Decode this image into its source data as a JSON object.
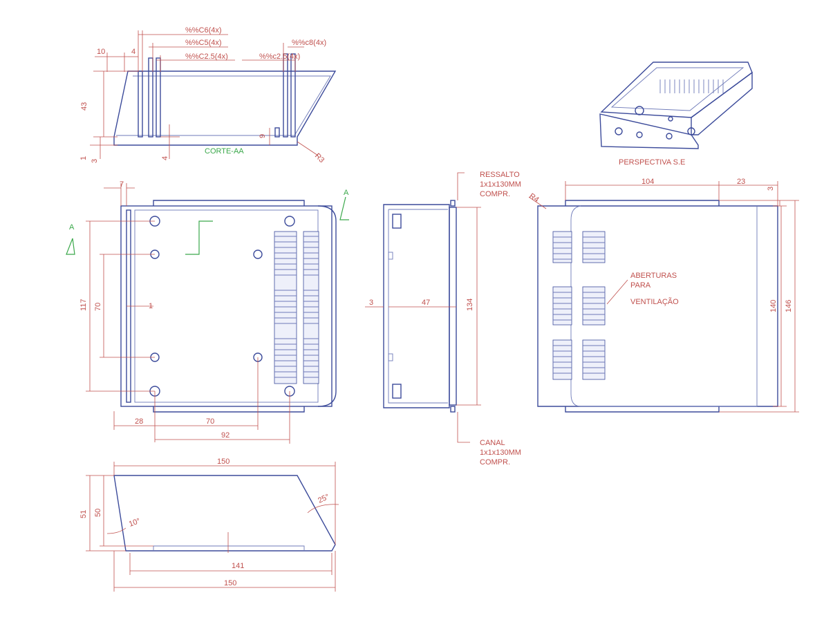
{
  "labels": {
    "corte_aa": "CORTE-AA",
    "perspectiva": "PERSPECTIVA S.E",
    "ressalto_1": "RESSALTO",
    "ressalto_2": "1x1x130MM",
    "ressalto_3": "COMPR.",
    "canal_1": "CANAL",
    "canal_2": "1x1x130MM",
    "canal_3": "COMPR.",
    "aberturas_1": "ABERTURAS",
    "aberturas_2": "PARA",
    "aberturas_3": "VENTILAÇÃO",
    "section_a_left": "A",
    "section_a_right": "A"
  },
  "section_view": {
    "hole_c6": "%%C6(4x)",
    "hole_c5": "%%C5(4x)",
    "hole_c25_left": "%%C2.5(4x)",
    "hole_c8": "%%c8(4x)",
    "hole_c25_right": "%%c2.5(4x)",
    "dim_10": "10",
    "dim_4_top": "4",
    "dim_43": "43",
    "dim_1": "1",
    "dim_3": "3",
    "dim_4_bottom": "4",
    "dim_9": "9",
    "dim_r3": "R3"
  },
  "top_view": {
    "dim_7": "7",
    "dim_117": "117",
    "dim_70_v": "70",
    "dim_1": "1",
    "dim_28": "28",
    "dim_70_h": "70",
    "dim_92": "92"
  },
  "side_view": {
    "dim_3": "3",
    "dim_47": "47",
    "dim_134": "134"
  },
  "end_view": {
    "dim_104": "104",
    "dim_23": "23",
    "dim_3": "3",
    "dim_r4": "R4",
    "dim_140": "140",
    "dim_146": "146"
  },
  "front_view": {
    "dim_150_top": "150",
    "dim_51": "51",
    "dim_50": "50",
    "dim_10deg": "10°",
    "dim_25deg": "25°",
    "dim_141": "141",
    "dim_150_bottom": "150"
  },
  "colors": {
    "outline": "#3b4a9a",
    "dimension": "#c0504d",
    "section_marker": "#3aa84a"
  }
}
